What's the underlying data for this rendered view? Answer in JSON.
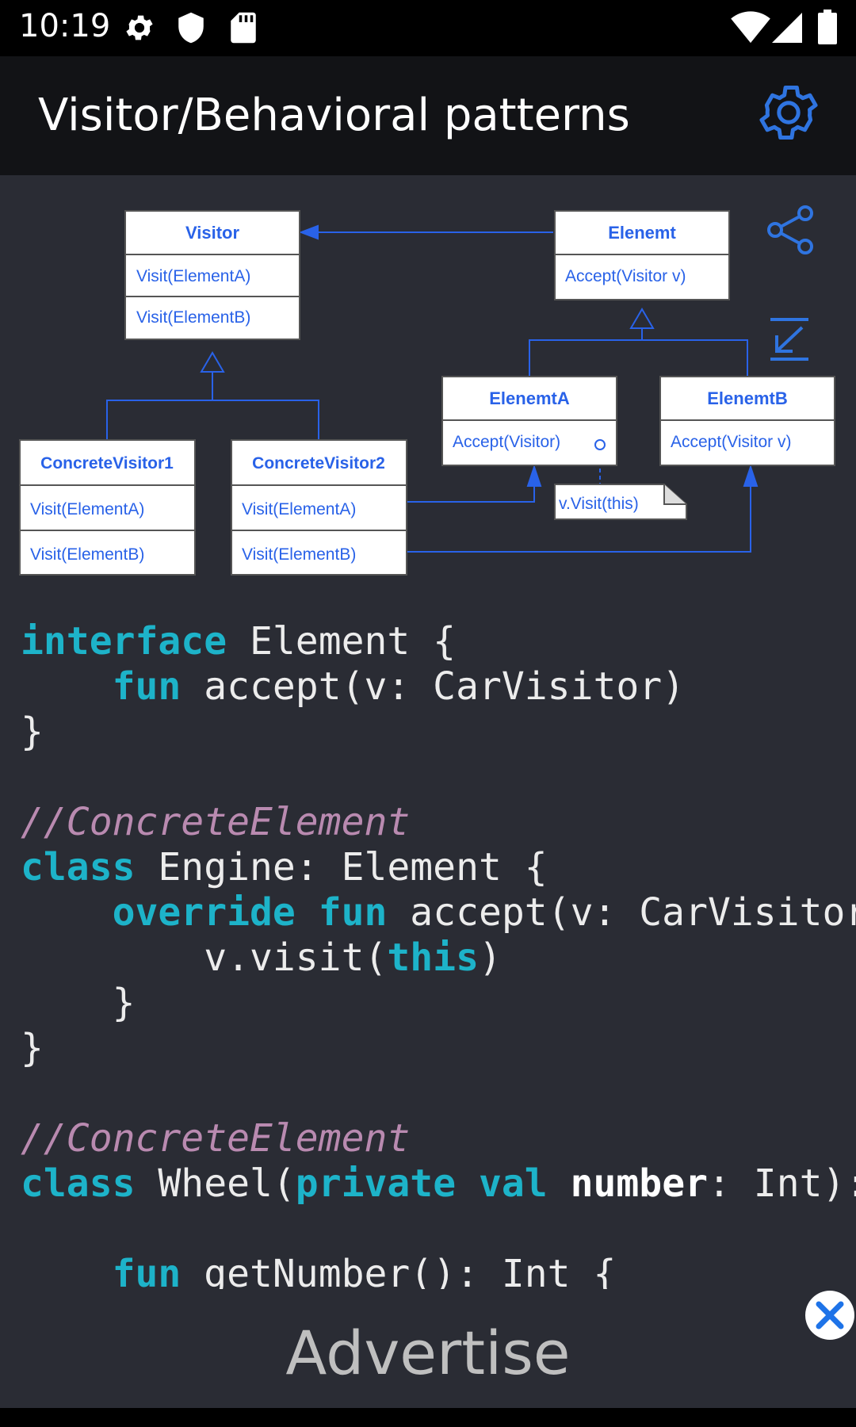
{
  "status_bar": {
    "time": "10:19",
    "icons": [
      "gear-icon",
      "shield-icon",
      "sd-card-icon",
      "wifi-icon",
      "signal-icon",
      "battery-icon"
    ]
  },
  "app_bar": {
    "title": "Visitor/Behavioral patterns",
    "settings_icon": "gear-icon"
  },
  "diagram": {
    "visitor": {
      "title": "Visitor",
      "methods": [
        "Visit(ElementA)",
        "Visit(ElementB)"
      ]
    },
    "element": {
      "title": "Elenemt",
      "methods": [
        "Accept(Visitor v)"
      ]
    },
    "concrete_visitor1": {
      "title": "ConcreteVisitor1",
      "methods": [
        "Visit(ElementA)",
        "Visit(ElementB)"
      ]
    },
    "concrete_visitor2": {
      "title": "ConcreteVisitor2",
      "methods": [
        "Visit(ElementA)",
        "Visit(ElementB)"
      ]
    },
    "element_a": {
      "title": "ElenemtA",
      "methods": [
        "Accept(Visitor)"
      ]
    },
    "element_b": {
      "title": "ElenemtB",
      "methods": [
        "Accept(Visitor v)"
      ]
    },
    "note": "v.Visit(this)",
    "accent_color": "#2962e8"
  },
  "side_buttons": [
    "share-icon",
    "collapse-arrow-icon"
  ],
  "code_lines": [
    [
      {
        "t": "interface",
        "c": "kw"
      },
      {
        "t": " Element {",
        "c": ""
      }
    ],
    [
      {
        "t": "    ",
        "c": ""
      },
      {
        "t": "fun",
        "c": "kw"
      },
      {
        "t": " accept(v: CarVisitor)",
        "c": ""
      }
    ],
    [
      {
        "t": "}",
        "c": ""
      }
    ],
    [
      {
        "t": "",
        "c": ""
      }
    ],
    [
      {
        "t": "//ConcreteElement",
        "c": "cm"
      }
    ],
    [
      {
        "t": "class",
        "c": "kw"
      },
      {
        "t": " Engine: Element {",
        "c": ""
      }
    ],
    [
      {
        "t": "    ",
        "c": ""
      },
      {
        "t": "override",
        "c": "kw"
      },
      {
        "t": " ",
        "c": ""
      },
      {
        "t": "fun",
        "c": "kw"
      },
      {
        "t": " accept(v: CarVisitor",
        "c": ""
      }
    ],
    [
      {
        "t": "        v.visit(",
        "c": ""
      },
      {
        "t": "this",
        "c": "kw"
      },
      {
        "t": ")",
        "c": ""
      }
    ],
    [
      {
        "t": "    }",
        "c": ""
      }
    ],
    [
      {
        "t": "}",
        "c": ""
      }
    ],
    [
      {
        "t": "",
        "c": ""
      }
    ],
    [
      {
        "t": "//ConcreteElement",
        "c": "cm"
      }
    ],
    [
      {
        "t": "class",
        "c": "kw"
      },
      {
        "t": " Wheel(",
        "c": ""
      },
      {
        "t": "private",
        "c": "kw"
      },
      {
        "t": " ",
        "c": ""
      },
      {
        "t": "val",
        "c": "kw"
      },
      {
        "t": " ",
        "c": ""
      },
      {
        "t": "number",
        "c": "bd"
      },
      {
        "t": ": Int):",
        "c": ""
      }
    ],
    [
      {
        "t": "",
        "c": ""
      }
    ],
    [
      {
        "t": "    ",
        "c": ""
      },
      {
        "t": "fun",
        "c": "kw"
      },
      {
        "t": " getNumber(): Int {",
        "c": ""
      }
    ]
  ],
  "ad": {
    "label": "Advertise",
    "close_icon": "close-icon"
  },
  "colors": {
    "background": "#2a2c34",
    "app_bar": "#121316",
    "keyword": "#1db3c9",
    "comment": "#b98ab0",
    "accent": "#2962e8"
  }
}
